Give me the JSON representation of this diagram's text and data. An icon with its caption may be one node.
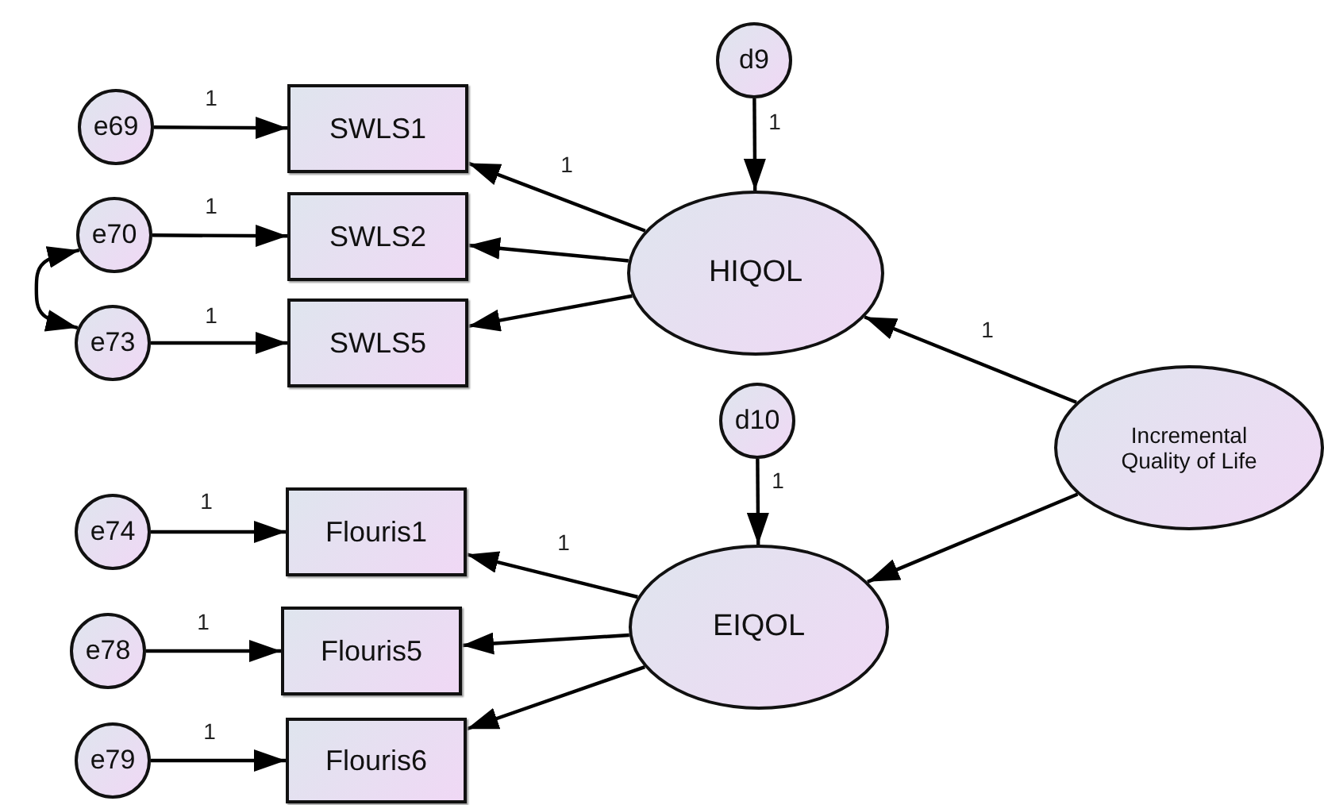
{
  "diagram": {
    "nodes": [
      {
        "text": [
          "e69"
        ]
      },
      {
        "text": [
          "SWLS1"
        ]
      },
      {
        "text": [
          "e70"
        ]
      },
      {
        "text": [
          "SWLS2"
        ]
      },
      {
        "text": [
          "e73"
        ]
      },
      {
        "text": [
          "SWLS5"
        ]
      },
      {
        "text": [
          "d9"
        ]
      },
      {
        "text": [
          "HIQOL"
        ]
      },
      {
        "text": [
          "d10"
        ]
      },
      {
        "text": [
          "Incremental Quality of Life"
        ]
      },
      {
        "text": [
          "e74"
        ]
      },
      {
        "text": [
          "Flouris1"
        ]
      },
      {
        "text": [
          "e78"
        ]
      },
      {
        "text": [
          "Flouris5"
        ]
      },
      {
        "text": [
          "e79"
        ]
      },
      {
        "text": [
          "Flouris6"
        ]
      },
      {
        "text": [
          "EIQOL"
        ]
      }
    ],
    "edges": [
      {
        "from": 0,
        "to": 1,
        "arrow": "to",
        "label": "1"
      },
      {
        "from": 2,
        "to": 3,
        "arrow": "to",
        "label": "1"
      },
      {
        "from": 4,
        "to": 5,
        "arrow": "to",
        "label": "1"
      },
      {
        "from": 7,
        "to": 1,
        "arrow": "to",
        "label": "1"
      },
      {
        "from": 7,
        "to": 3,
        "arrow": "to"
      },
      {
        "from": 7,
        "to": 5,
        "arrow": "to"
      },
      {
        "from": 6,
        "to": 7,
        "arrow": "to",
        "label": "1"
      },
      {
        "from": 9,
        "to": 7,
        "arrow": "to",
        "label": "1"
      },
      {
        "from": 9,
        "to": 16,
        "arrow": "to"
      },
      {
        "from": 8,
        "to": 16,
        "arrow": "to",
        "label": "1"
      },
      {
        "from": 10,
        "to": 11,
        "arrow": "to",
        "label": "1"
      },
      {
        "from": 12,
        "to": 13,
        "arrow": "to",
        "label": "1"
      },
      {
        "from": 14,
        "to": 15,
        "arrow": "to",
        "label": "1"
      },
      {
        "from": 16,
        "to": 11,
        "arrow": "to",
        "label": "1"
      },
      {
        "from": 16,
        "to": 13,
        "arrow": "to"
      },
      {
        "from": 16,
        "to": 15,
        "arrow": "to"
      },
      {
        "from": 2,
        "to": 4,
        "arrow": "both"
      }
    ]
  }
}
